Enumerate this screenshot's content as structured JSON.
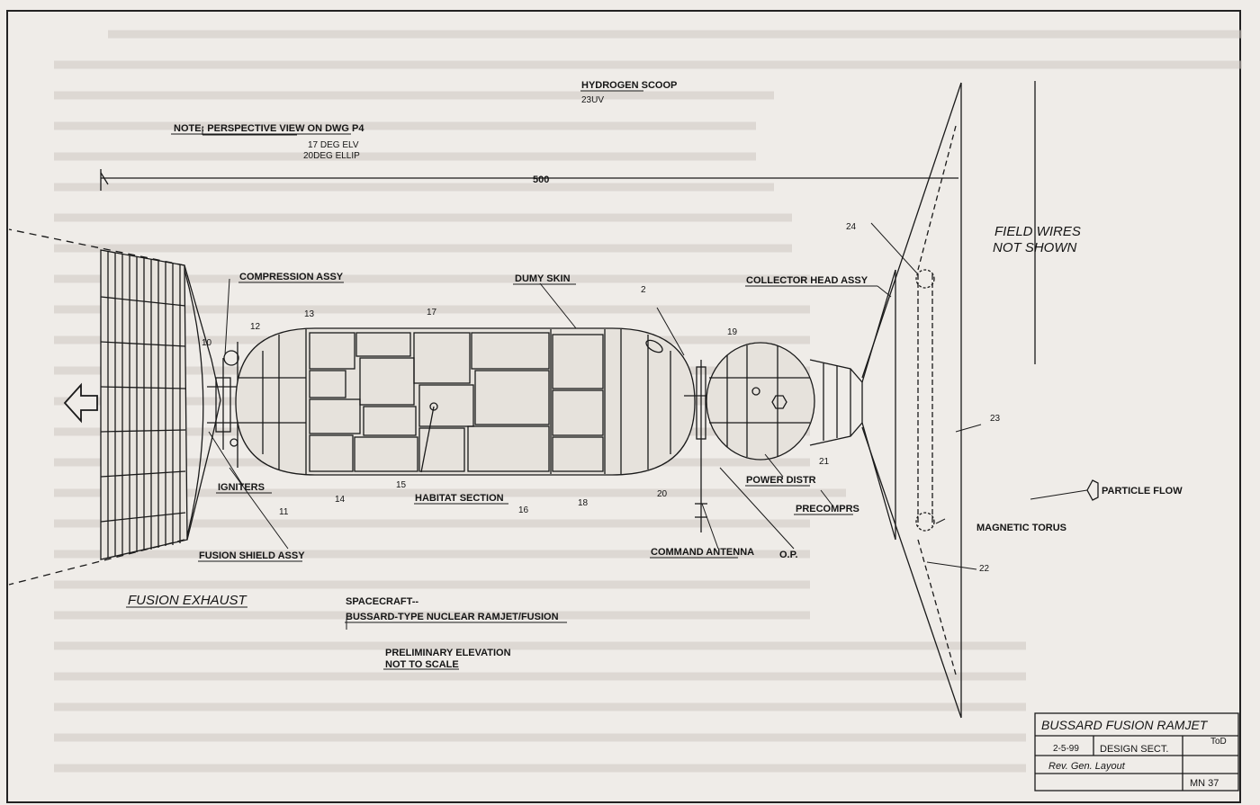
{
  "notes": {
    "perspective": "NOTE: PERSPECTIVE VIEW ON DWG P4",
    "elv": "17 DEG ELV",
    "ellip": "20DEG ELLIP"
  },
  "dimension": "500",
  "callouts": {
    "hydrogen_scoop": "HYDROGEN SCOOP",
    "hydrogen_scoop_sub": "23UV",
    "compression_assy": "COMPRESSION ASSY",
    "dummy_skin": "DUMY SKIN",
    "collector_head_assy": "COLLECTOR HEAD ASSY",
    "field_wires_1": "FIELD WIRES",
    "field_wires_2": "NOT SHOWN",
    "igniters": "IGNITERS",
    "habitat_section": "HABITAT SECTION",
    "power_distr": "POWER DISTR",
    "precomprs": "PRECOMPRS",
    "particle_flow": "PARTICLE FLOW",
    "magnetic_torus": "MAGNETIC TORUS",
    "fusion_shield_assy": "FUSION SHIELD ASSY",
    "command_antenna": "COMMAND ANTENNA",
    "op": "O.P.",
    "fusion_exhaust": "FUSION EXHAUST",
    "spacecraft": "SPACECRAFT--",
    "spacecraft_type": "BUSSARD-TYPE NUCLEAR RAMJET/FUSION",
    "prelim_1": "PRELIMINARY ELEVATION",
    "prelim_2": "NOT TO SCALE"
  },
  "part_numbers": [
    "24",
    "2",
    "19",
    "10",
    "12",
    "13",
    "17",
    "23",
    "21",
    "11",
    "14",
    "15",
    "16",
    "18",
    "20",
    "22"
  ],
  "title_block": {
    "title": "BUSSARD FUSION RAMJET",
    "date": "2-5-99",
    "dept": "DESIGN SECT.",
    "initials": "ToD",
    "rev": "Rev. Gen. Layout",
    "dwg_no": "MN 37"
  }
}
